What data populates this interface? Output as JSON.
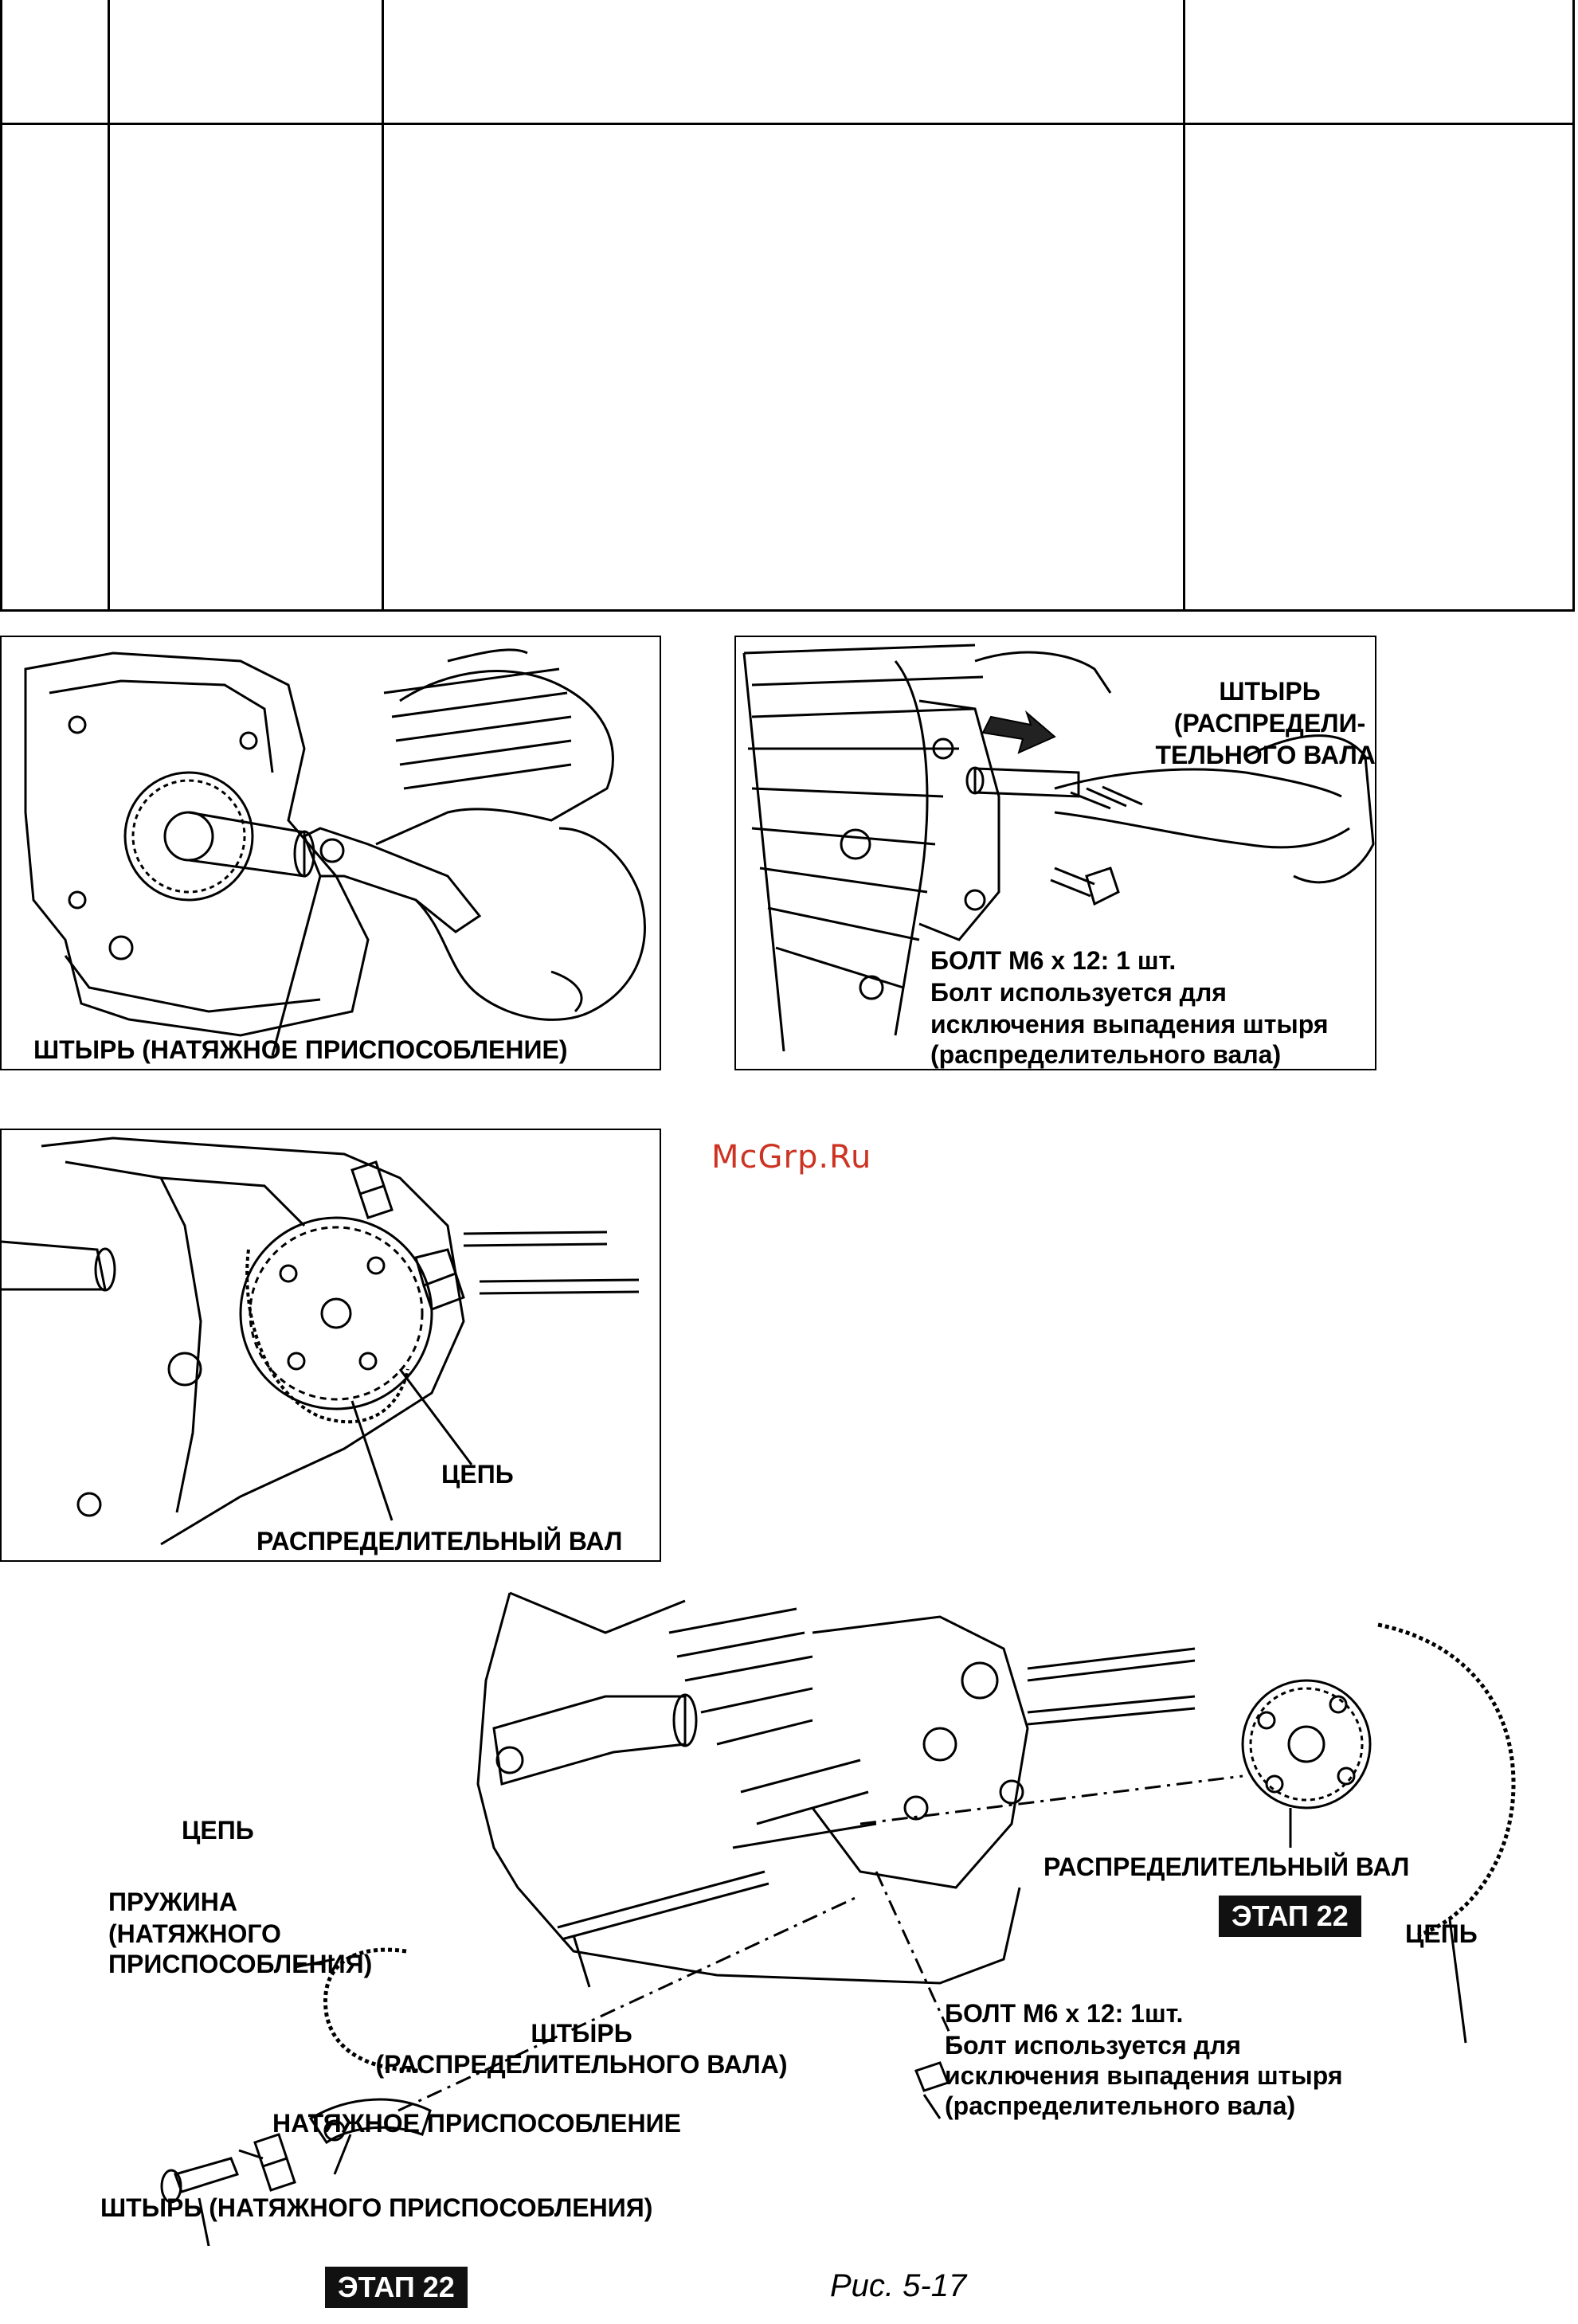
{
  "watermark": "McGrp.Ru",
  "figure1": {
    "label": "ШТЫРЬ (НАТЯЖНОЕ ПРИСПОСОБЛЕНИЕ)"
  },
  "figure2": {
    "pin_label_1": "ШТЫРЬ",
    "pin_label_2": "(РАСПРЕДЕЛИ-",
    "pin_label_3": "ТЕЛЬНОГО ВАЛА)",
    "bolt_line_1": "БОЛТ М6 х 12: 1 шт.",
    "bolt_line_2": "Болт используется для",
    "bolt_line_3": "исключения выпадения штыря",
    "bolt_line_4": "(распределительного вала)"
  },
  "figure3": {
    "chain_label": "ЦЕПЬ",
    "camshaft_label": "РАСПРЕДЕЛИТЕЛЬНЫЙ ВАЛ"
  },
  "figure4": {
    "chain_left_label": "ЦЕПЬ",
    "spring_line_1": "ПРУЖИНА",
    "spring_line_2": "(НАТЯЖНОГО",
    "spring_line_3": "ПРИСПОСОБЛЕНИЯ)",
    "pin_cam_line_1": "ШТЫРЬ",
    "pin_cam_line_2": "(РАСПРЕДЕЛИТЕЛЬНОГО ВАЛА)",
    "tensioner_label": "НАТЯЖНОЕ ПРИСПОСОБЛЕНИЕ",
    "pin_tensioner_label": "ШТЫРЬ (НАТЯЖНОГО ПРИСПОСОБЛЕНИЯ)",
    "camshaft_label": "РАСПРЕДЕЛИТЕЛЬНЫЙ ВАЛ",
    "chain_right_label": "ЦЕПЬ",
    "bolt_line_1": "БОЛТ М6 х 12: 1шт.",
    "bolt_line_2": "Болт используется для",
    "bolt_line_3": "исключения выпадения штыря",
    "bolt_line_4": "(распределительного вала)",
    "stage_right": "ЭТАП 22",
    "stage_left": "ЭТАП 22"
  },
  "caption": "Рис. 5-17"
}
